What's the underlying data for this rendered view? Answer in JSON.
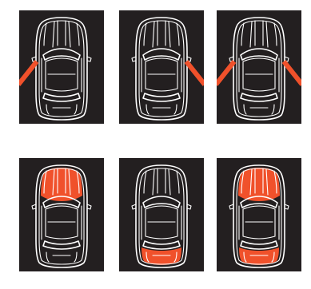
{
  "colors": {
    "tile_background": "#231f20",
    "outline": "#ffffff",
    "highlight": "#f0512b"
  },
  "icons": [
    "car-top-view-icon"
  ],
  "states": [
    {
      "name": "door-open-left",
      "open_doors": [
        "left"
      ],
      "highlight_zones": []
    },
    {
      "name": "door-open-right",
      "open_doors": [
        "right"
      ],
      "highlight_zones": []
    },
    {
      "name": "doors-open-both",
      "open_doors": [
        "left",
        "right"
      ],
      "highlight_zones": []
    },
    {
      "name": "hood-open",
      "open_doors": [],
      "highlight_zones": [
        "hood"
      ]
    },
    {
      "name": "trunk-open",
      "open_doors": [],
      "highlight_zones": [
        "trunk"
      ]
    },
    {
      "name": "hood-and-trunk-open",
      "open_doors": [],
      "highlight_zones": [
        "hood",
        "trunk"
      ]
    }
  ]
}
